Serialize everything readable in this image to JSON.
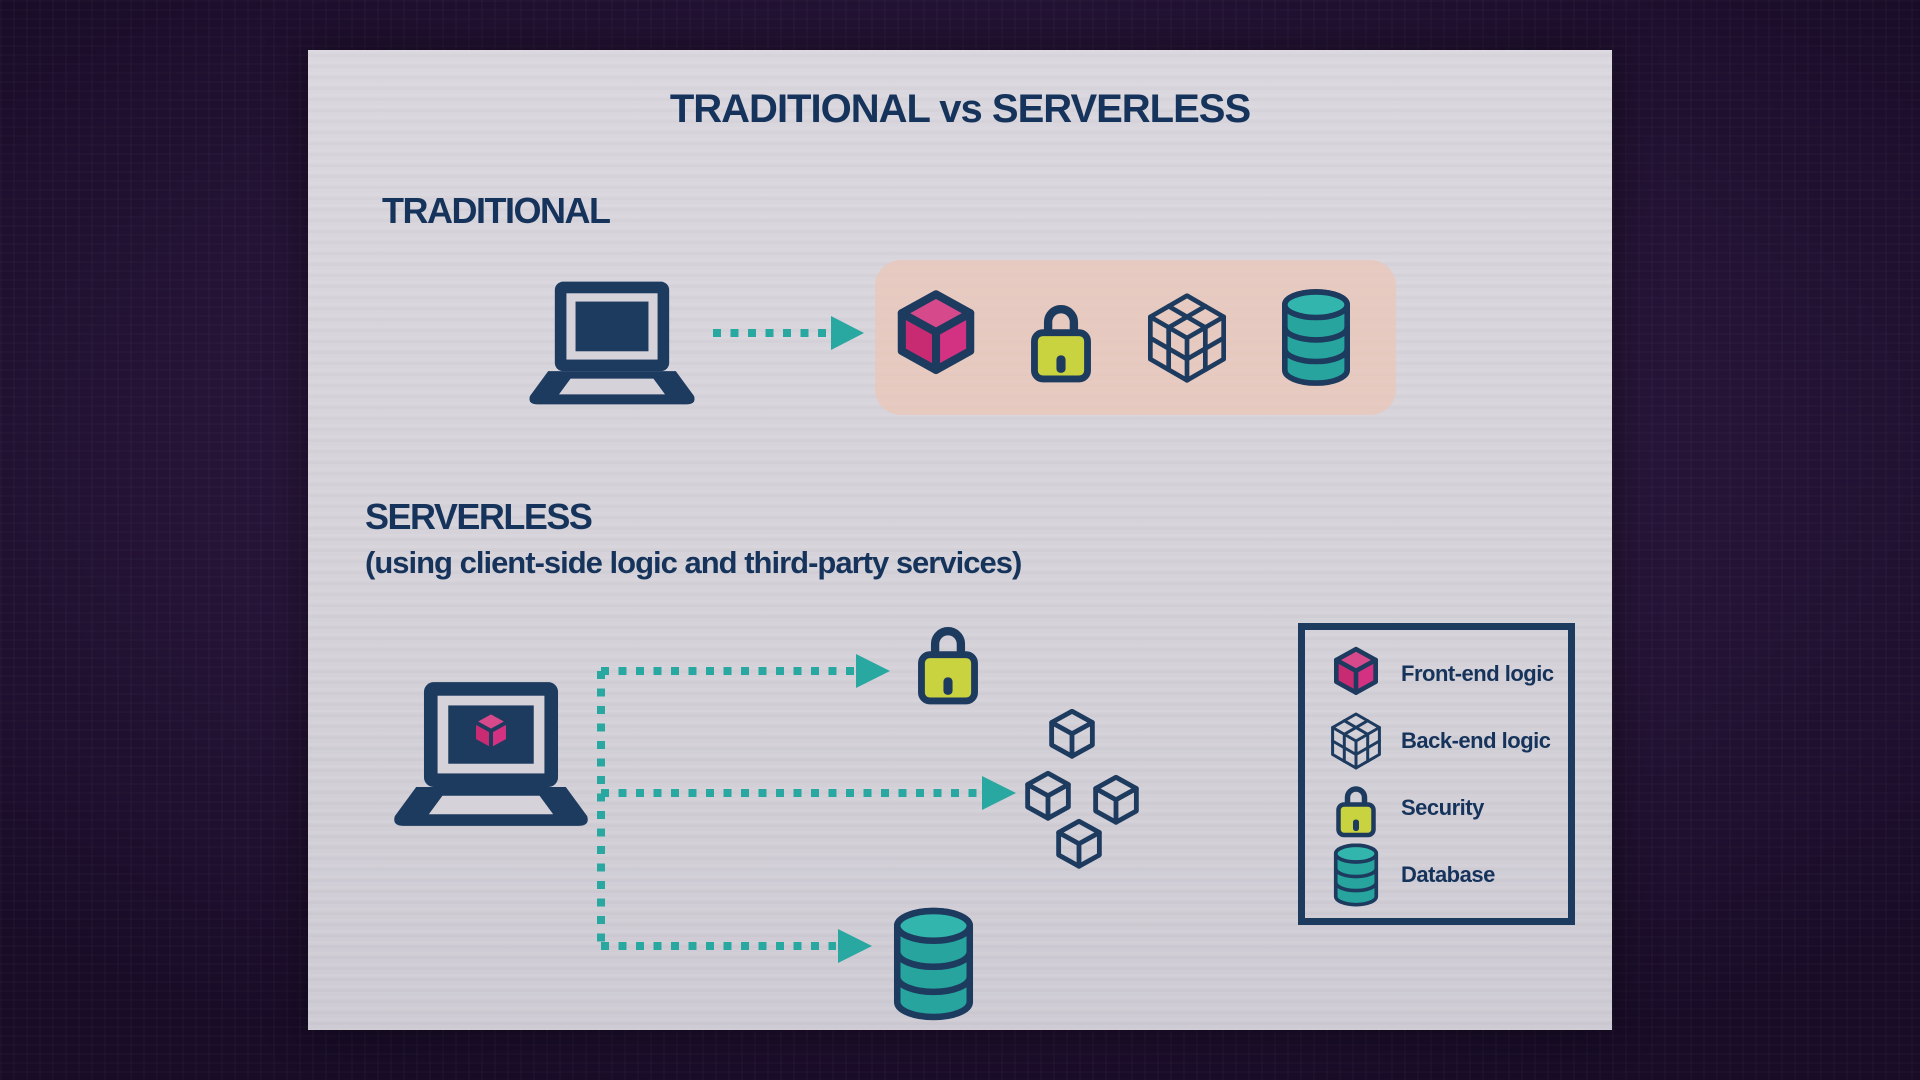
{
  "title": "TRADITIONAL vs SERVERLESS",
  "sections": {
    "traditional": {
      "label": "TRADITIONAL"
    },
    "serverless": {
      "label": "SERVERLESS",
      "subtitle": "(using client-side logic and third-party services)"
    }
  },
  "diagram": {
    "traditional_flow": {
      "source": "client-laptop",
      "connector": "dashed-teal-arrow",
      "targets": [
        "front-end-logic",
        "security",
        "back-end-logic",
        "database"
      ]
    },
    "serverless_flow": {
      "source": "client-laptop-running-front-end-logic",
      "connector": "dashed-teal-branching-arrows",
      "targets": [
        "security",
        "back-end-logic-cubes",
        "database"
      ]
    }
  },
  "legend": {
    "items": [
      {
        "icon": "front-end-logic-cube-icon",
        "label": "Front-end logic"
      },
      {
        "icon": "back-end-logic-grid-cube-icon",
        "label": "Back-end logic"
      },
      {
        "icon": "security-lock-icon",
        "label": "Security"
      },
      {
        "icon": "database-icon",
        "label": "Database"
      }
    ]
  },
  "colors": {
    "backdrop_purple": "#261437",
    "slide_bg": "#d5d2d9",
    "panel_peach": "#eac7b8",
    "outline_navy": "#1d3a5f",
    "text_navy": "#16345b",
    "front_end_magenta": "#cd2e7b",
    "security_yellow_green": "#c9d23f",
    "connector_teal": "#29a8a2",
    "database_teal": "#26a49d"
  }
}
